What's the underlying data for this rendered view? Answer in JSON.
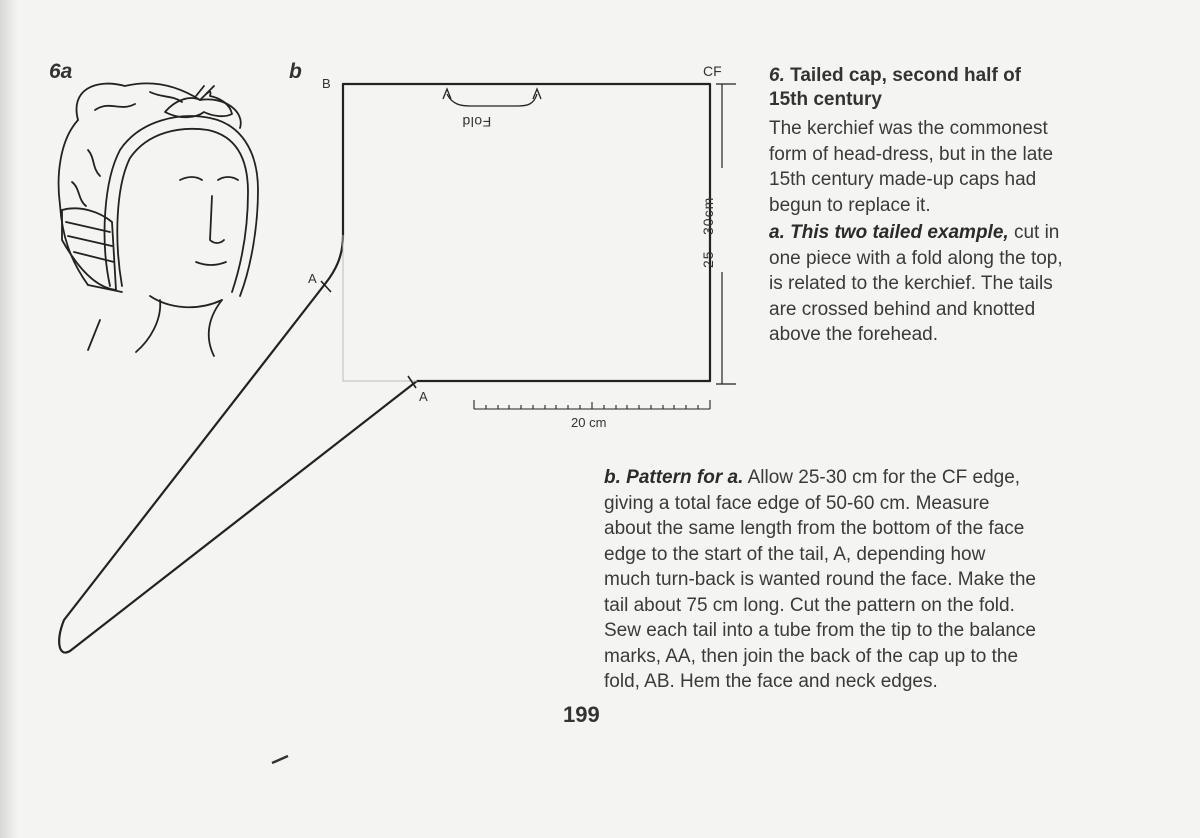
{
  "figure": {
    "label_6a": "6a",
    "label_b": "b",
    "point_b": "B",
    "point_cf": "CF",
    "point_a_upper": "A",
    "point_a_lower": "A",
    "fold_text": "Fold",
    "dimension_text": "25 - 30cm",
    "scale_text": "20 cm"
  },
  "text": {
    "heading_number": "6.",
    "heading_line1": "Tailed cap, second half of",
    "heading_line2": "15th century",
    "intro_lines": [
      "The kerchief was the commonest",
      "form of head-dress, but in the late",
      "15th century made-up caps had",
      "begun to replace it."
    ],
    "a_bold_lines": [
      "a. This two tailed example,"
    ],
    "a_lines": [
      " cut in",
      "one piece with a fold along the top,",
      "is related to the kerchief. The tails",
      "are crossed behind and knotted",
      "above the forehead."
    ],
    "b_bold": "b. Pattern for a.",
    "b_lines": [
      " Allow 25-30 cm for the CF edge,",
      "giving a total face edge of 50-60 cm. Measure",
      "about the same length from the bottom of the face",
      "edge to the start of the tail, A, depending how",
      "much turn-back is wanted round the face. Make the",
      "tail about 75 cm long. Cut the pattern on the fold.",
      "Sew each tail into a tube from the tip to the balance",
      "marks, AA, then join the back of the cap up to the",
      "fold, AB. Hem the face and neck edges."
    ]
  },
  "page_number": "199"
}
